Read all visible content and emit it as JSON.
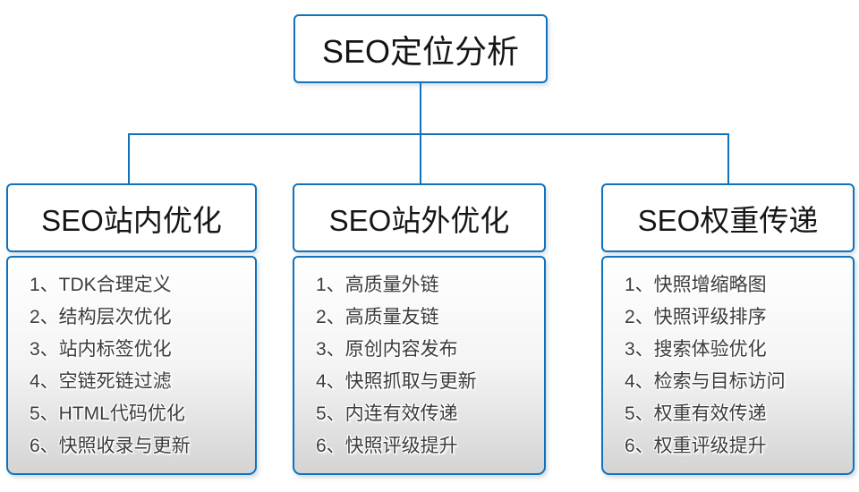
{
  "root": {
    "title": "SEO定位分析"
  },
  "columns": [
    {
      "title": "SEO站内优化",
      "items": [
        "1、TDK合理定义",
        "2、结构层次优化",
        "3、站内标签优化",
        "4、空链死链过滤",
        "5、HTML代码优化",
        "6、快照收录与更新"
      ]
    },
    {
      "title": "SEO站外优化",
      "items": [
        "1、高质量外链",
        "2、高质量友链",
        "3、原创内容发布",
        "4、快照抓取与更新",
        "5、内连有效传递",
        "6、快照评级提升"
      ]
    },
    {
      "title": "SEO权重传递",
      "items": [
        "1、快照增缩略图",
        "2、快照评级排序",
        "3、搜索体验优化",
        "4、检索与目标访问",
        "5、权重有效传递",
        "6、权重评级提升"
      ]
    }
  ],
  "colors": {
    "accent": "#1072BC",
    "item_text": "#3c3c3c",
    "body_gradient_bottom": "#d4d4d4"
  }
}
